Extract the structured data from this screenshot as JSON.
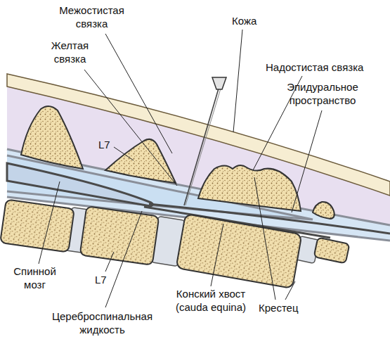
{
  "diagram": {
    "labels": [
      "Межостистая связка",
      "Кожа",
      "Желтая связка",
      "Надостистая связка",
      "Эпидуральное пространство",
      "L7",
      "Спинной мозг",
      "L7",
      "Цереброспинальная жидкость",
      "Конский хвост (cauda equina)",
      "Крестец"
    ]
  }
}
